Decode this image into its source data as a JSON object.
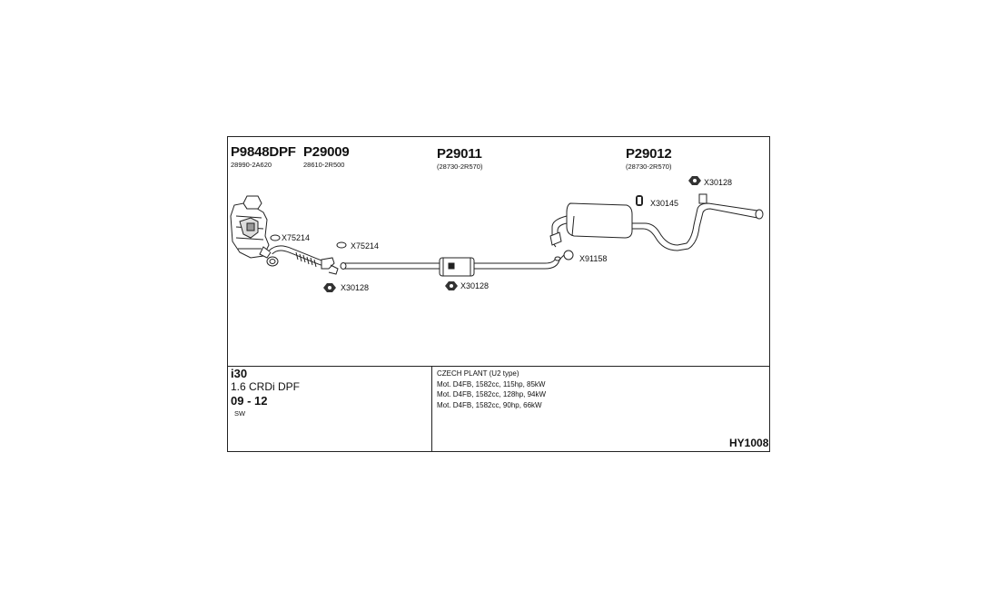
{
  "parts": [
    {
      "number": "P9848DPF",
      "oe": "28990-2A620"
    },
    {
      "number": "P29009",
      "oe": "28610-2R500"
    },
    {
      "number": "P29011",
      "oe": "(28730-2R570)"
    },
    {
      "number": "P29012",
      "oe": "(28730-2R570)"
    }
  ],
  "fittings": {
    "x75214_a": "X75214",
    "x75214_b": "X75214",
    "x30128_a": "X30128",
    "x30128_b": "X30128",
    "x30128_c": "X30128",
    "x30145": "X30145",
    "x91158": "X91158"
  },
  "vehicle": {
    "model": "i30",
    "engine": "1.6 CRDi DPF",
    "years": "09 - 12",
    "body": "SW"
  },
  "engines": {
    "plant": "CZECH PLANT (U2 type)",
    "lines": [
      "Mot. D4FB, 1582cc, 115hp, 85kW",
      "Mot. D4FB, 1582cc, 128hp, 94kW",
      "Mot. D4FB, 1582cc, 90hp, 66kW"
    ]
  },
  "diagram_code": "HY1008"
}
